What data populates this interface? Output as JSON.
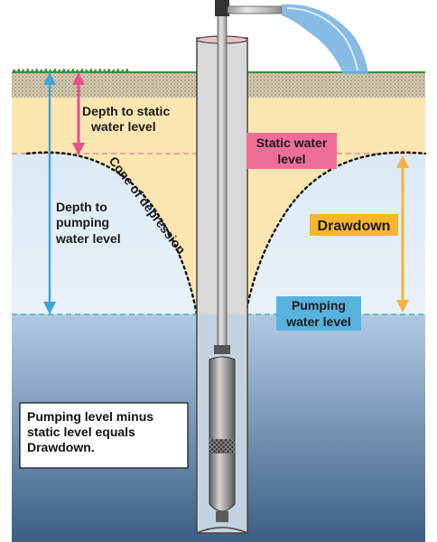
{
  "labels": {
    "depth_static_line1": "Depth to static",
    "depth_static_line2": "water level",
    "static_level_line1": "Static water",
    "static_level_line2": "level",
    "cone": "Cone of depression",
    "depth_pumping_line1": "Depth to",
    "depth_pumping_line2": "pumping",
    "depth_pumping_line3": "water level",
    "drawdown": "Drawdown",
    "pumping_level_line1": "Pumping",
    "pumping_level_line2": "water level",
    "note_line1": "Pumping level minus",
    "note_line2": "static level equals",
    "note_line3": "Drawdown."
  },
  "colors": {
    "sky": "#ffffff",
    "grass": "#3f8a3f",
    "soil_top": "#c9bfa3",
    "unsaturated": "#fbe6b0",
    "cone_fill": "#fbe6b0",
    "water_top": "#eaf3fa",
    "water_bottom": "#3d5f86",
    "static_line": "#e57aa0",
    "static_label_bg": "#ee6f95",
    "pumping_line": "#2aa6b3",
    "pumping_label_bg": "#57b3de",
    "drawdown_label_bg": "#f6b62e",
    "drawdown_arrow": "#f2b43a",
    "depth_static_arrow": "#e8508a",
    "depth_pumping_arrow": "#3fa4d6",
    "casing": "#c8c8c8",
    "pump": "#8a8a8a",
    "discharge_water": "#79b4e0"
  }
}
